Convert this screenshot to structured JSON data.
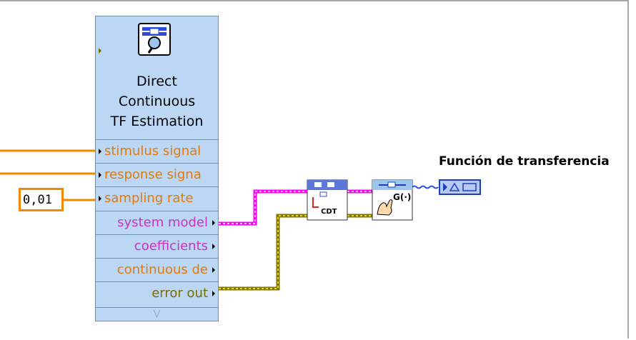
{
  "node": {
    "title_lines": [
      "Direct",
      "Continuous",
      "TF Estimation"
    ],
    "terminals": [
      {
        "label": "stimulus signal",
        "dir": "in",
        "color": "#e07a0c"
      },
      {
        "label": "response signa",
        "dir": "in",
        "color": "#e07a0c"
      },
      {
        "label": "sampling rate",
        "dir": "in",
        "color": "#e07a0c"
      },
      {
        "label": "system model",
        "dir": "out",
        "color": "#c535c5"
      },
      {
        "label": "coefficients",
        "dir": "out",
        "color": "#c535c5"
      },
      {
        "label": "continuous de",
        "dir": "out",
        "color": "#e07a0c"
      },
      {
        "label": "error out",
        "dir": "out",
        "color": "#7a6d00"
      }
    ],
    "icon": "tf-estimation-icon",
    "footer_icon": "expand-chevron-icon"
  },
  "constant": {
    "value": "0,01"
  },
  "conversion_node": {
    "label": "CDT",
    "icon": "convert-to-discrete-icon"
  },
  "transfer_function_node": {
    "label": "G(·)",
    "icon": "transfer-function-hand-icon"
  },
  "indicator": {
    "label": "Función de transferencia",
    "icon": "tf-indicator-icon"
  },
  "colors": {
    "node_fill": "#bcd7f4",
    "orange_wire": "#f08a00",
    "magenta_wire": "#ff00ff",
    "olive_wire": "#867000",
    "blue_wire": "#2c4bd8"
  }
}
